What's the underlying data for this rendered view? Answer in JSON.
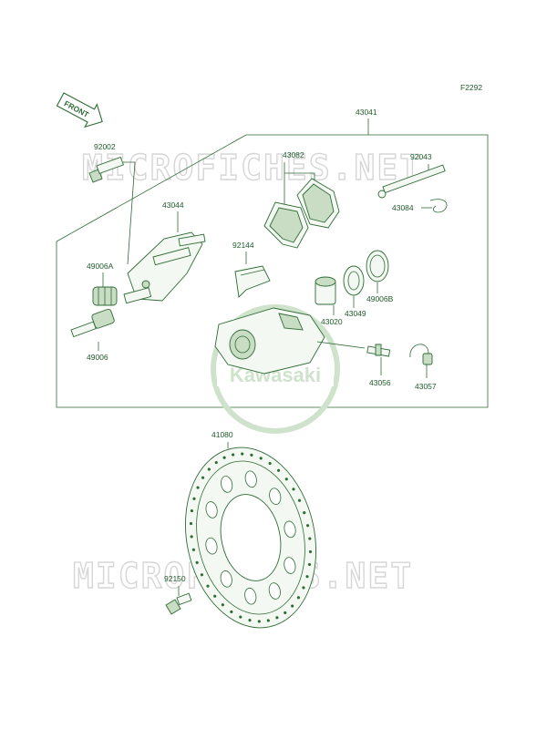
{
  "diagram_id": "F2292",
  "front_arrow_label": "FRONT",
  "watermark_text": "MICROFICHES.NET",
  "logo_text": "Kawasaki",
  "colors": {
    "line": "#2e6b35",
    "label": "#1f5a2a",
    "watermark": "#d6d6d6",
    "logo": "#cfe3cc"
  },
  "parts": {
    "p43041": "43041",
    "p92002": "92002",
    "p43082": "43082",
    "p92043": "92043",
    "p43084": "43084",
    "p43044": "43044",
    "p92144": "92144",
    "p49006A": "49006A",
    "p49006B": "49006B",
    "p43049": "43049",
    "p43020": "43020",
    "p49006": "49006",
    "p43056": "43056",
    "p43057": "43057",
    "p41080": "41080",
    "p92150": "92150"
  }
}
